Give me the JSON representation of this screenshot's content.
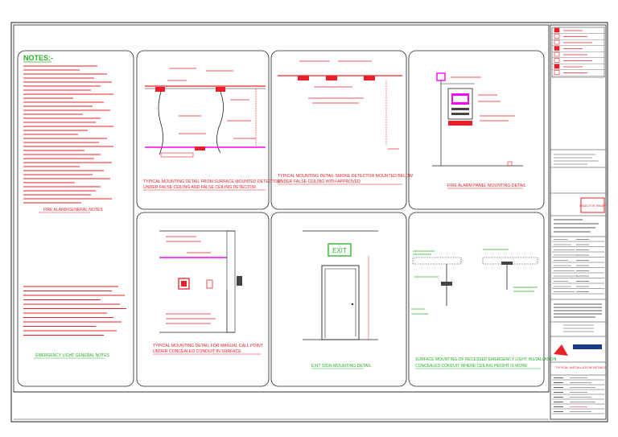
{
  "notes": {
    "title": "NOTES:-",
    "fire_alarm_caption": "FIRE ALARM GENERAL NOTES",
    "emergency_caption": "EMERGENCY LIGHT GENERAL NOTES"
  },
  "detail_captions": {
    "ceiling_detector": [
      "TYPICAL MOUNTING DETAIL FROM SURFACE MOUNTED DETECTOR",
      "UNDER FALSE CEILING AND FALSE CEILING DETECTOR"
    ],
    "slab_detector": [
      "TYPICAL MOUNTING DETAIL SMOKE DETECTOR MOUNTED BELOW",
      "UNDER FALSE CEILING WITH APPROVED"
    ],
    "panel_mounting": [
      "FIRE ALARM PANEL MOUNTING DETAIL"
    ],
    "call_point": [
      "TYPICAL MOUNTING DETAIL FOR MANUAL CALL POINT",
      "UNDER CONCEALED CONDUIT IN SURFACE"
    ],
    "exit_sign": [
      "EXIT SIGN MOUNTING DETAIL"
    ],
    "emergency_light": [
      "SURFACE MOUNTING OF RECESSED EMERGENCY LIGHT INSTALLATION",
      "CONCEALED CONDUIT WHERE CEILING HEIGHT IS MORE"
    ]
  },
  "exit_sign_label": "EXIT",
  "title_block": {
    "stamp": "ISSUED FOR TENDER",
    "drawing_title": "TYPICAL INSTALLATION DETAILS"
  },
  "colors": {
    "red": "#e8202a",
    "green": "#25b025",
    "magenta": "#ff00ff",
    "frame": "#222222"
  }
}
